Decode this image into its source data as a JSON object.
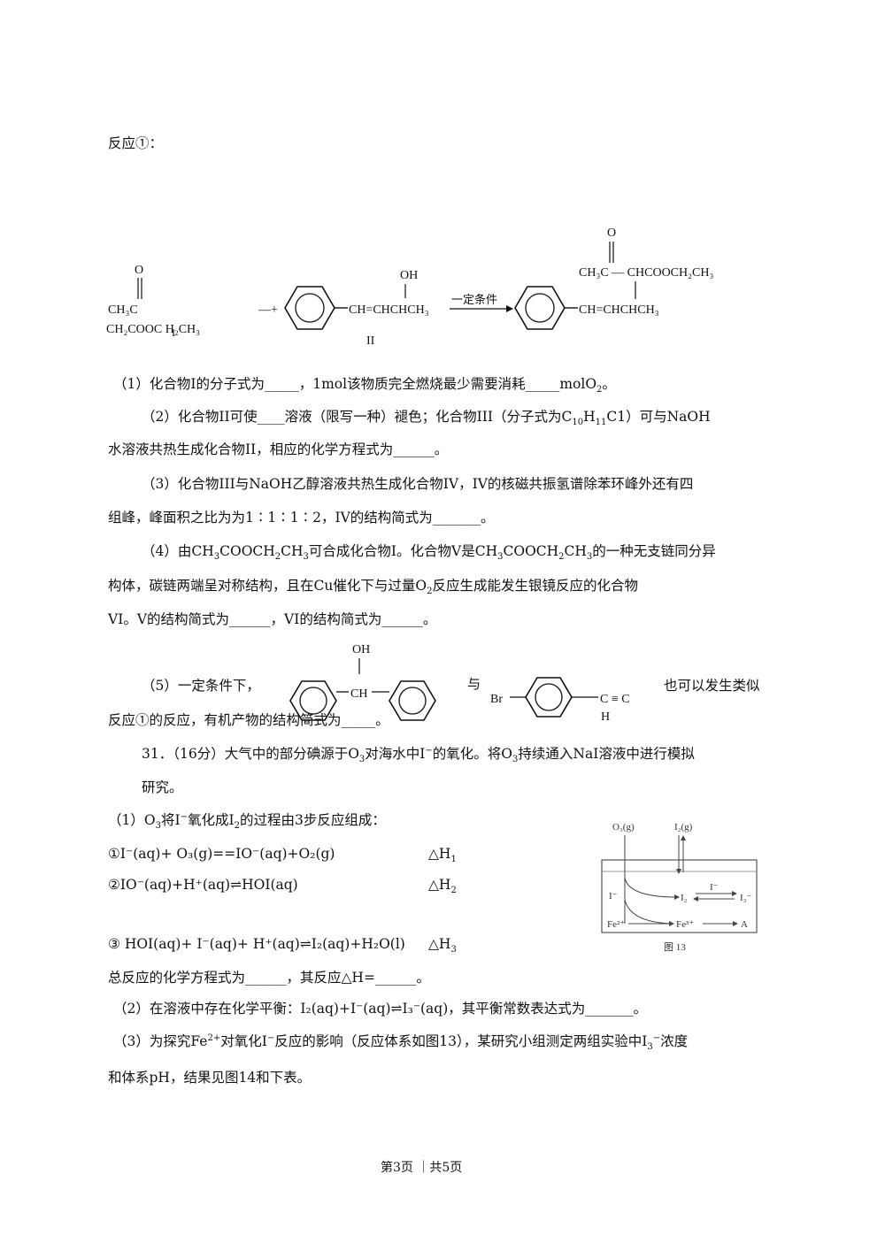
{
  "reaction_label": "反应①：",
  "scheme": {
    "r1_o": "O",
    "r1_l1": "CH₃C",
    "r1_l2": "CH₂COOC H₂CH₃",
    "r1_num": "I",
    "plus": "—+",
    "r2_oh": "OH",
    "r2_chain": "CH=CHCHCH₃",
    "r2_num": "II",
    "arrow_label": "一定条件",
    "p_o": "O",
    "p_l1": "CH₃C — CHCOOCH₂CH₃",
    "p_chain": "CH=CHCHCH₃"
  },
  "q1": {
    "a": "（1）化合物I的分子式为_____，1mol该物质完全燃烧最少需要消耗_____molO",
    "b": "。"
  },
  "q2": {
    "a": "（2）化合物II可使____溶液（限写一种）褪色；化合物III（分子式为C",
    "b": "H",
    "c": "C1）可与NaOH",
    "l2": "水溶液共热生成化合物II，相应的化学方程式为______。"
  },
  "q3": {
    "l1": "（3）化合物III与NaOH乙醇溶液共热生成化合物IV，IV的核磁共振氢谱除苯环峰外还有四",
    "l2": "组峰，峰面积之比为为1∶1∶1∶2，IV的结构简式为_______。"
  },
  "q4": {
    "a": "（4）由CH",
    "b": "COOCH",
    "c": "CH",
    "d": "可合成化合物I。化合物V是CH",
    "e": "COOCH",
    "f": "CH",
    "g": "的一种无支链同分异",
    "l2a": "构体，碳链两端呈对称结构，且在Cu催化下与过量O",
    "l2b": "反应生成能发生银镜反应的化合物",
    "l3": "VI。V的结构简式为______，VI的结构简式为______。"
  },
  "q5": {
    "a": "（5）一定条件下，",
    "oh": "OH",
    "ch": "CH",
    "yu": "与",
    "br": "Br",
    "cc": "C  ≡  C",
    "h": "H",
    "tail": "也可以发生类似",
    "l2": "反应①的反应，有机产物的结构简式为_____。"
  },
  "p31": {
    "a": "31．（16分）大气中的部分碘源于O",
    "b": "对海水中I",
    "c": "的氧化。将O",
    "d": "持续通入NaI溶液中进行模拟",
    "l2": "研究。"
  },
  "s1": {
    "a": "（1）O",
    "b": "将I",
    "c": "氧化成I",
    "d": "的过程由3步反应组成："
  },
  "r1": {
    "text": "①I⁻(aq)+ O₃(g)==IO⁻(aq)+O₂(g)",
    "dh": "△H",
    "dhs": "1"
  },
  "r2": {
    "text": "②IO⁻(aq)+H⁺(aq)⇌HOI(aq)",
    "dh": "△H",
    "dhs": "2"
  },
  "r3": {
    "text": "③ HOI(aq)+ I⁻(aq)+ H⁺(aq)⇌I₂(aq)+H₂O(l)",
    "dh": "△H",
    "dhs": "3"
  },
  "total": "总反应的化学方程式为______，其反应△H=______。",
  "s2": "（2）在溶液中存在化学平衡：I₂(aq)+I⁻(aq)⇌I₃⁻(aq)，其平衡常数表达式为_______。",
  "s3": {
    "a": "（3）为探究Fe",
    "b": "对氧化I",
    "c": "反应的影响（反应体系如图13），某研究小组测定两组实验中I",
    "d": "浓度",
    "l2": "和体系pH，结果见图14和下表。"
  },
  "fig13": {
    "o3": "O₃(g)",
    "i2g": "I₂(g)",
    "i": "I⁻",
    "i2": "I₂",
    "i_arrow": "I⁻",
    "i3": "I₃⁻",
    "fe2": "Fe²⁺",
    "fe3": "Fe³⁺",
    "a": "A",
    "caption": "图 13"
  },
  "footer": "第3页 ｜共5页"
}
